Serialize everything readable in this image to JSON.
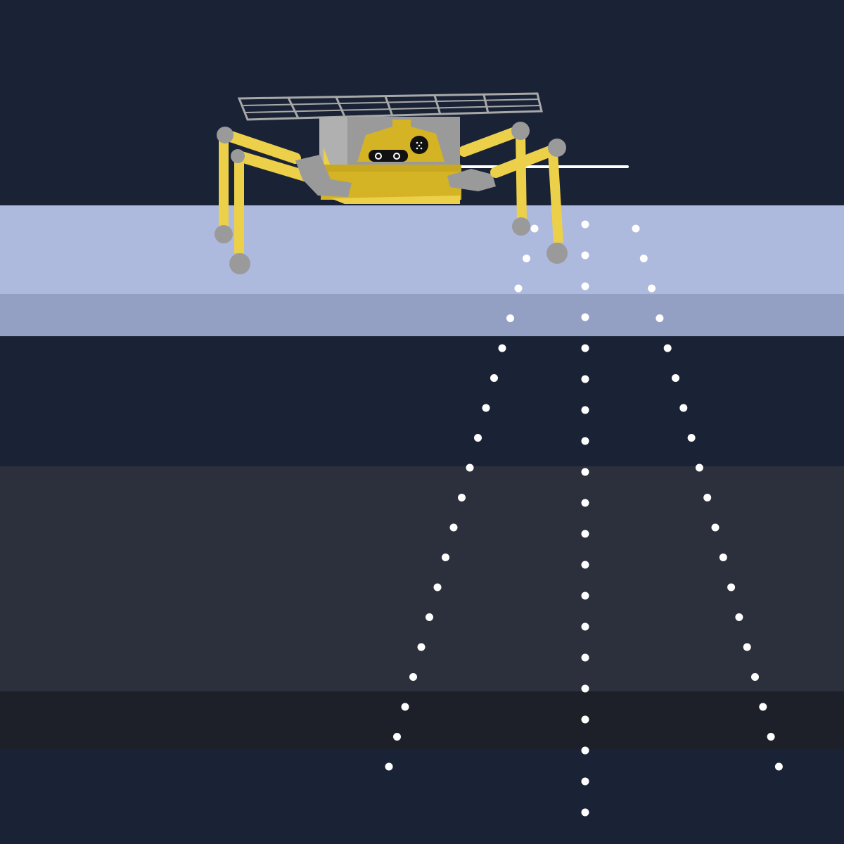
{
  "colors": {
    "sky": "#1a2336",
    "surface_top": "#aeb9de",
    "surface_lower": "#94a0c3",
    "subsurface_1": "#1a2336",
    "subsurface_2": "#2c2f3c",
    "subsurface_3": "#1d2029",
    "subsurface_4": "#1a2336",
    "robot_body": "#d4b324",
    "robot_highlight": "#ecd04a",
    "robot_gray": "#9a9a9a",
    "signal_dot": "#ffffff"
  },
  "robot": {
    "icons": [
      "solar-panel-icon",
      "camera-eyes-icon",
      "sensor-icon",
      "antenna-icon"
    ]
  },
  "signal": {
    "beams": [
      "left",
      "center",
      "right"
    ]
  }
}
